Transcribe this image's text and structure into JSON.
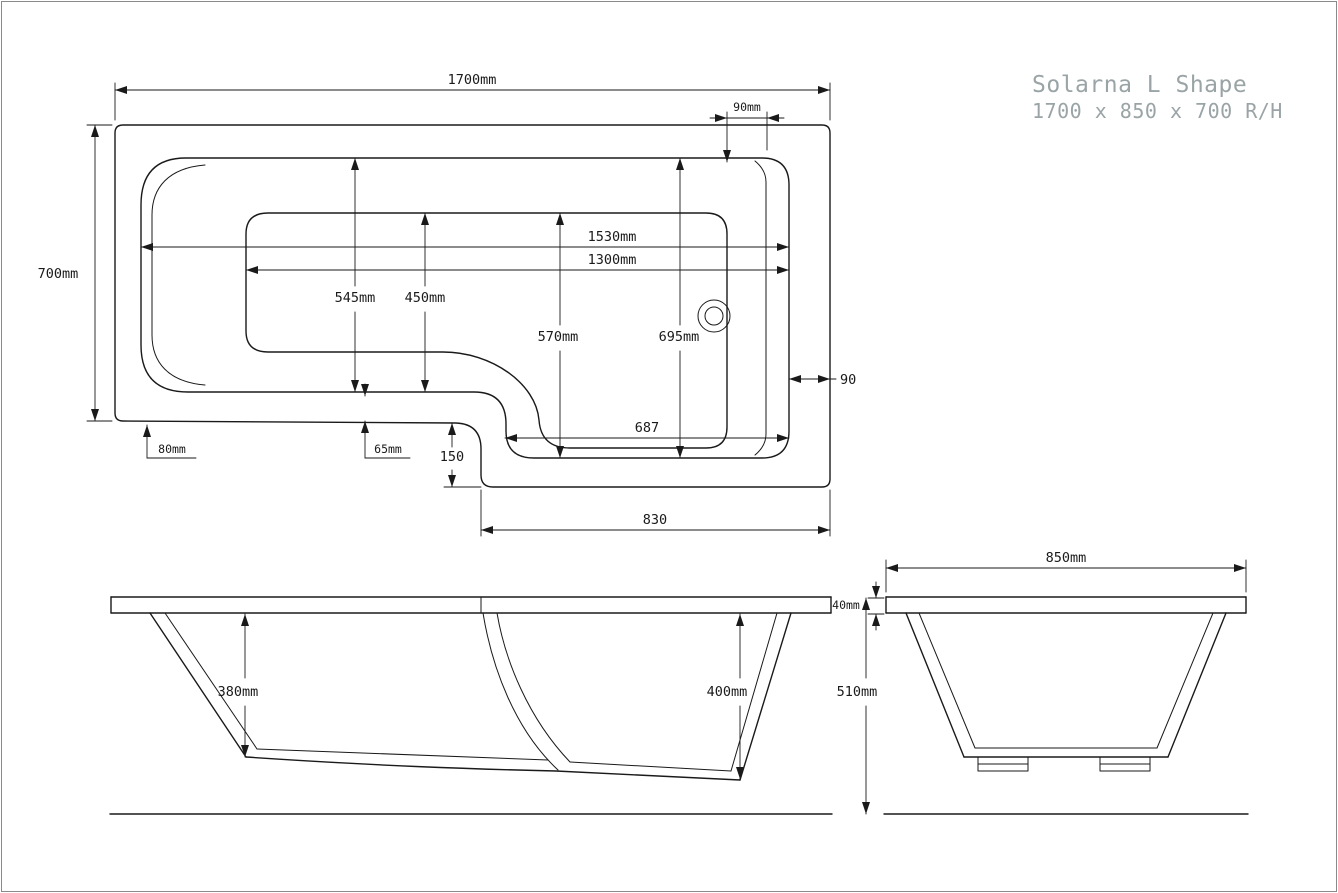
{
  "title": {
    "line1": "Solarna L Shape",
    "line2": "1700 x 850 x 700 R/H"
  },
  "plan": {
    "overall_length": "1700mm",
    "top_rim_width": "90mm",
    "overall_width": "700mm",
    "rim_internal_length": "1530mm",
    "floor_internal_length": "1300mm",
    "head_internal_width": "545mm",
    "head_floor_width": "450mm",
    "mid_internal_width": "570mm",
    "shower_internal_width": "695mm",
    "right_rim_width": "90",
    "shower_internal_length": "687",
    "step_height": "150",
    "shower_outer_length": "830",
    "left_rim_width": "80mm",
    "bottom_rim_width": "65mm"
  },
  "side": {
    "head_depth": "380mm",
    "shower_depth": "400mm"
  },
  "end": {
    "overall_width": "850mm",
    "rim_height": "40mm",
    "overall_height": "510mm"
  },
  "colors": {
    "line_color": "#1a1a1a",
    "title_color": "#9aa4a6"
  }
}
